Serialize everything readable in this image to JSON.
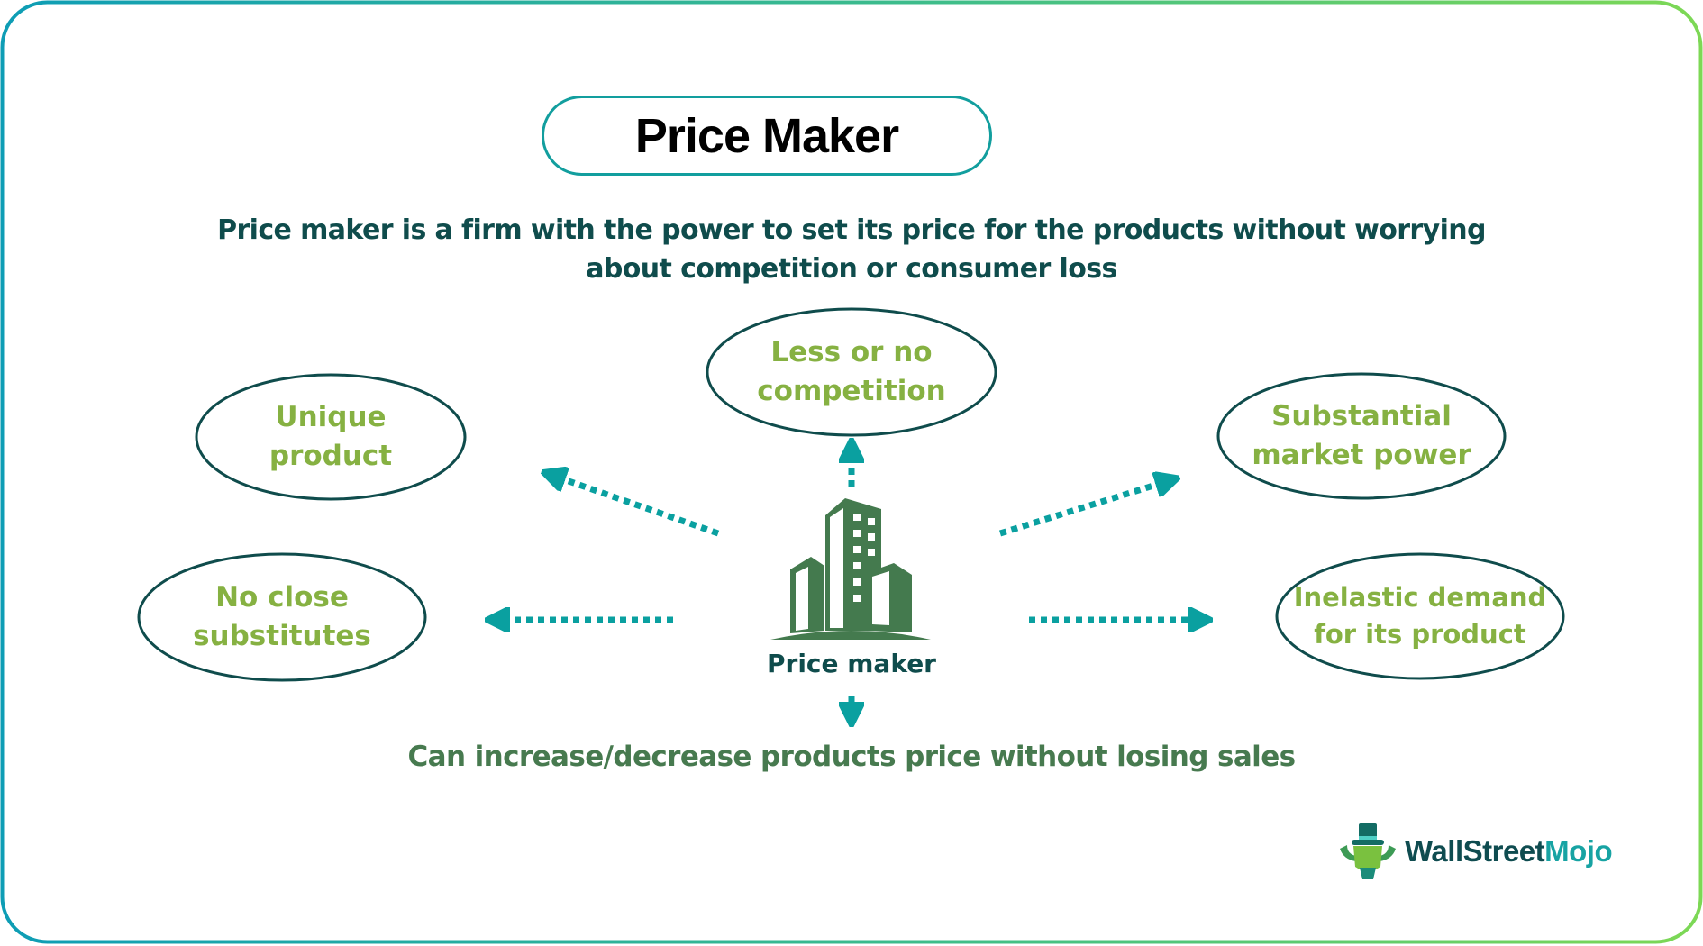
{
  "title": "Price Maker",
  "description": "Price maker is a firm with the power to set its price for the products without worrying about competition or consumer loss",
  "center": {
    "icon": "building-icon",
    "label": "Price maker"
  },
  "nodes": [
    {
      "id": "unique-product",
      "line1": "Unique",
      "line2": "product"
    },
    {
      "id": "less-competition",
      "line1": "Less or no",
      "line2": "competition"
    },
    {
      "id": "market-power",
      "line1": "Substantial",
      "line2": "market power"
    },
    {
      "id": "no-substitutes",
      "line1": "No close",
      "line2": "substitutes"
    },
    {
      "id": "inelastic-demand",
      "line1": "Inelastic demand",
      "line2": "for its product"
    }
  ],
  "outcome": "Can increase/decrease products price without losing sales",
  "branding": {
    "logo_icon": "bull-top-hat-icon",
    "name_part1": "WallStreet",
    "name_part2": "Mojo"
  },
  "colors": {
    "frame_gradient_start": "#0e9db5",
    "frame_gradient_end": "#7dd855",
    "title_border": "#129e9e",
    "ellipse_stroke": "#0f4c4c",
    "node_text": "#86b142",
    "arrow": "#0aa0a0",
    "building": "#447a4e",
    "description_text": "#0f4c4c",
    "outcome_text": "#477a4f",
    "logo_dark": "#0f4c50",
    "logo_teal": "#17a3a3"
  }
}
